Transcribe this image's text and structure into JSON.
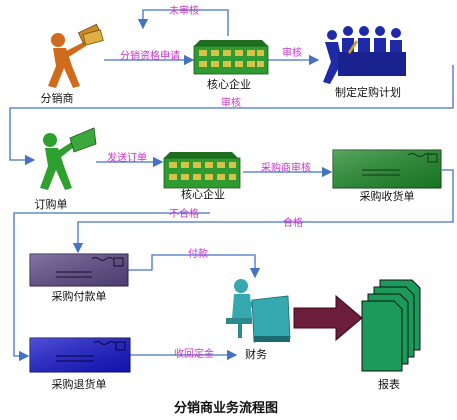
{
  "title": "分销商业务流程图",
  "nodes": {
    "distributor": "分销商",
    "core_top": "核心企业",
    "plan": "制定定购计划",
    "order": "订购单",
    "core_mid": "核心企业",
    "receipt": "采购收货单",
    "pay": "采购付款单",
    "finance": "财务",
    "return": "采购退货单",
    "report": "报表"
  },
  "edges": {
    "not_reviewed": "未审核",
    "apply": "分销资格申请",
    "review1": "审核",
    "review2": "审核",
    "send_order": "发送订单",
    "dist_review": "采购商审核",
    "fail": "不合格",
    "pass": "合格",
    "payment": "付款",
    "refund": "收回定金"
  },
  "colors": {
    "arrow": "#4472c4",
    "edge_label": "#cc33cc",
    "person_top": "#d06a1c",
    "person_mid": "#2ea02e",
    "building": "#2f9a2f",
    "planner": "#1f2aa8",
    "receipt_card": "#1f8a2a",
    "pay_card": "#5c4a86",
    "return_card": "#1616cc",
    "finance_person": "#36a8b0",
    "report_arrow": "#6b1d3b"
  }
}
